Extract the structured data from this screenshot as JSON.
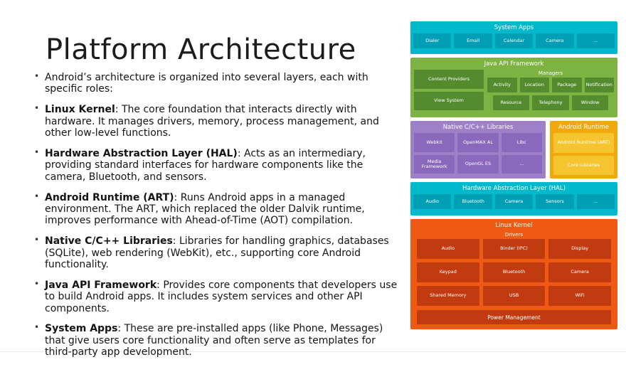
{
  "slide": {
    "title": "Platform Architecture",
    "bullets": [
      {
        "bold": "",
        "text": "Android’s architecture is organized into several layers, each with specific roles:"
      },
      {
        "bold": "Linux Kernel",
        "text": ": The core foundation that interacts directly with hardware. It manages drivers, memory, process management, and other low-level functions."
      },
      {
        "bold": "Hardware Abstraction Layer (HAL)",
        "text": ": Acts as an intermediary, providing standard interfaces for hardware components like the camera, Bluetooth, and sensors."
      },
      {
        "bold": "Android Runtime (ART)",
        "text": ": Runs Android apps in a managed environment. The ART, which replaced the older Dalvik runtime, improves performance with Ahead-of-Time (AOT) compilation."
      },
      {
        "bold": "Native C/C++ Libraries",
        "text": ": Libraries for handling graphics, databases (SQLite), web rendering (WebKit), etc., supporting core Android functionality."
      },
      {
        "bold": "Java API Framework",
        "text": ": Provides core components that developers use to build Android apps. It includes system services and other API components."
      },
      {
        "bold": "System Apps",
        "text": ": These are pre-installed apps (like Phone, Messages) that give users core functionality and often serve as templates for third-party app development."
      }
    ]
  },
  "diagram": {
    "colors": {
      "teal_bg": "#00B9CD",
      "teal_box": "#009FB5",
      "green_bg": "#7CB342",
      "green_box": "#558B2F",
      "purple_bg": "#9E80C9",
      "purple_box": "#8A68BB",
      "amber_bg": "#F0A80D",
      "amber_box": "#F5C52F",
      "orange_bg": "#EE5A13",
      "orange_box": "#C23B10"
    },
    "system_apps": {
      "title": "System Apps",
      "items": [
        "Dialer",
        "Email",
        "Calendar",
        "Camera",
        "..."
      ]
    },
    "java_api": {
      "title": "Java API Framework",
      "left_items": [
        "Content Providers",
        "View System"
      ],
      "managers_label": "Managers",
      "managers_row1": [
        "Activity",
        "Location",
        "Package",
        "Notification"
      ],
      "managers_row2": [
        "Resource",
        "Telephony",
        "Window"
      ]
    },
    "native_libs": {
      "title": "Native C/C++ Libraries",
      "items": [
        "Webkit",
        "OpenMAX AL",
        "Libc",
        "Media Framework",
        "OpenGL ES",
        "..."
      ]
    },
    "android_runtime": {
      "title": "Android Runtime",
      "items": [
        "Android Runtime (ART)",
        "Core Libraries"
      ]
    },
    "hal": {
      "title": "Hardware Abstraction Layer (HAL)",
      "items": [
        "Audio",
        "Bluetooth",
        "Camera",
        "Sensors",
        "..."
      ]
    },
    "linux_kernel": {
      "title": "Linux Kernel",
      "drivers_label": "Drivers",
      "items": [
        "Audio",
        "Binder (IPC)",
        "Display",
        "Keypad",
        "Bluetooth",
        "Camera",
        "Shared Memory",
        "USB",
        "WiFi"
      ],
      "power": "Power Management"
    }
  }
}
